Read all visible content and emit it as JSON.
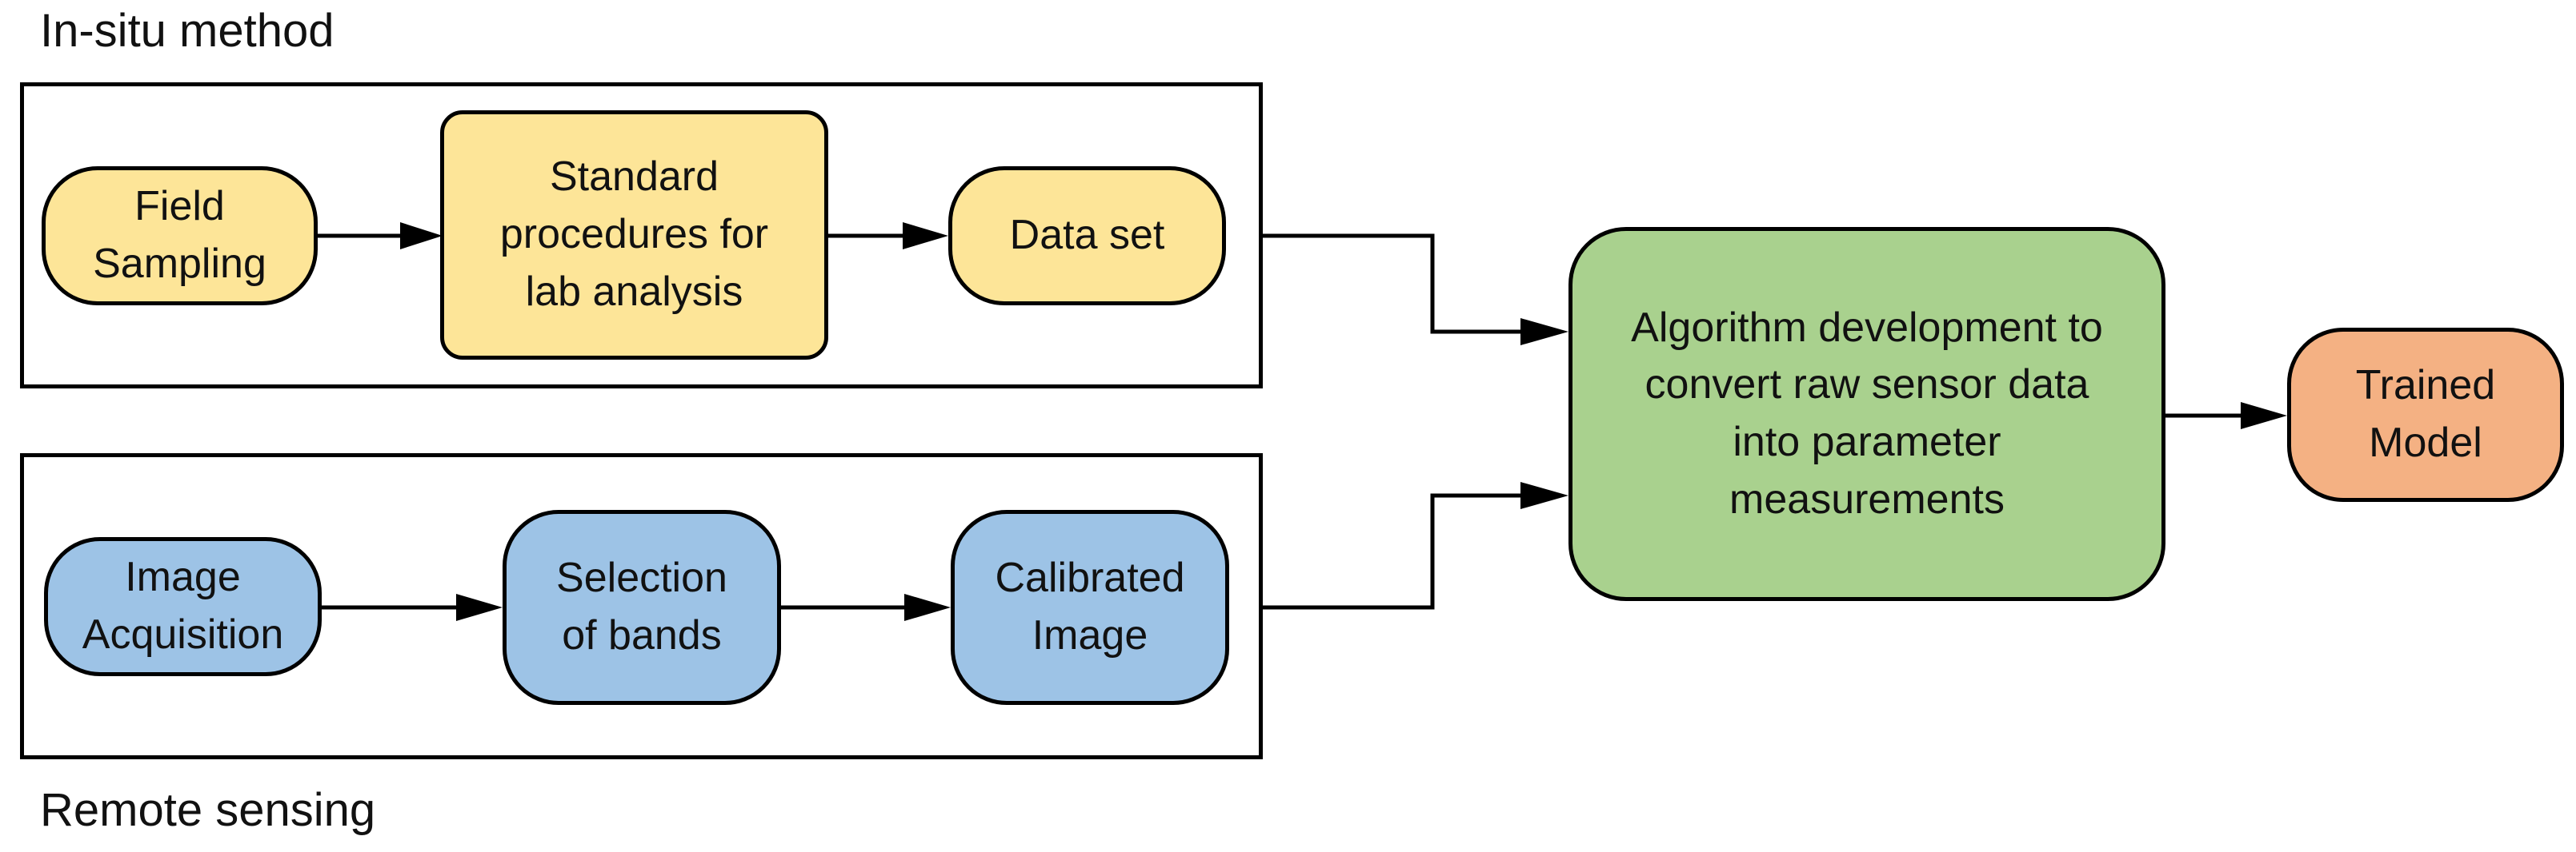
{
  "groups": {
    "insitu_title": "In-situ method",
    "remote_title": "Remote sensing"
  },
  "nodes": {
    "field_sampling": "Field\nSampling",
    "lab_analysis": "Standard\nprocedures for\nlab analysis",
    "data_set": "Data set",
    "image_acquisition": "Image\nAcquisition",
    "selection_of_bands": "Selection\nof bands",
    "calibrated_image": "Calibrated\nImage",
    "algorithm": "Algorithm development to\nconvert raw sensor data\ninto parameter\nmeasurements",
    "trained_model": "Trained\nModel"
  },
  "colors": {
    "insitu_fill": "#fde598",
    "remote_fill": "#9dc3e6",
    "algorithm_fill": "#a9d18e",
    "model_fill": "#f4b183",
    "stroke": "#000000"
  }
}
